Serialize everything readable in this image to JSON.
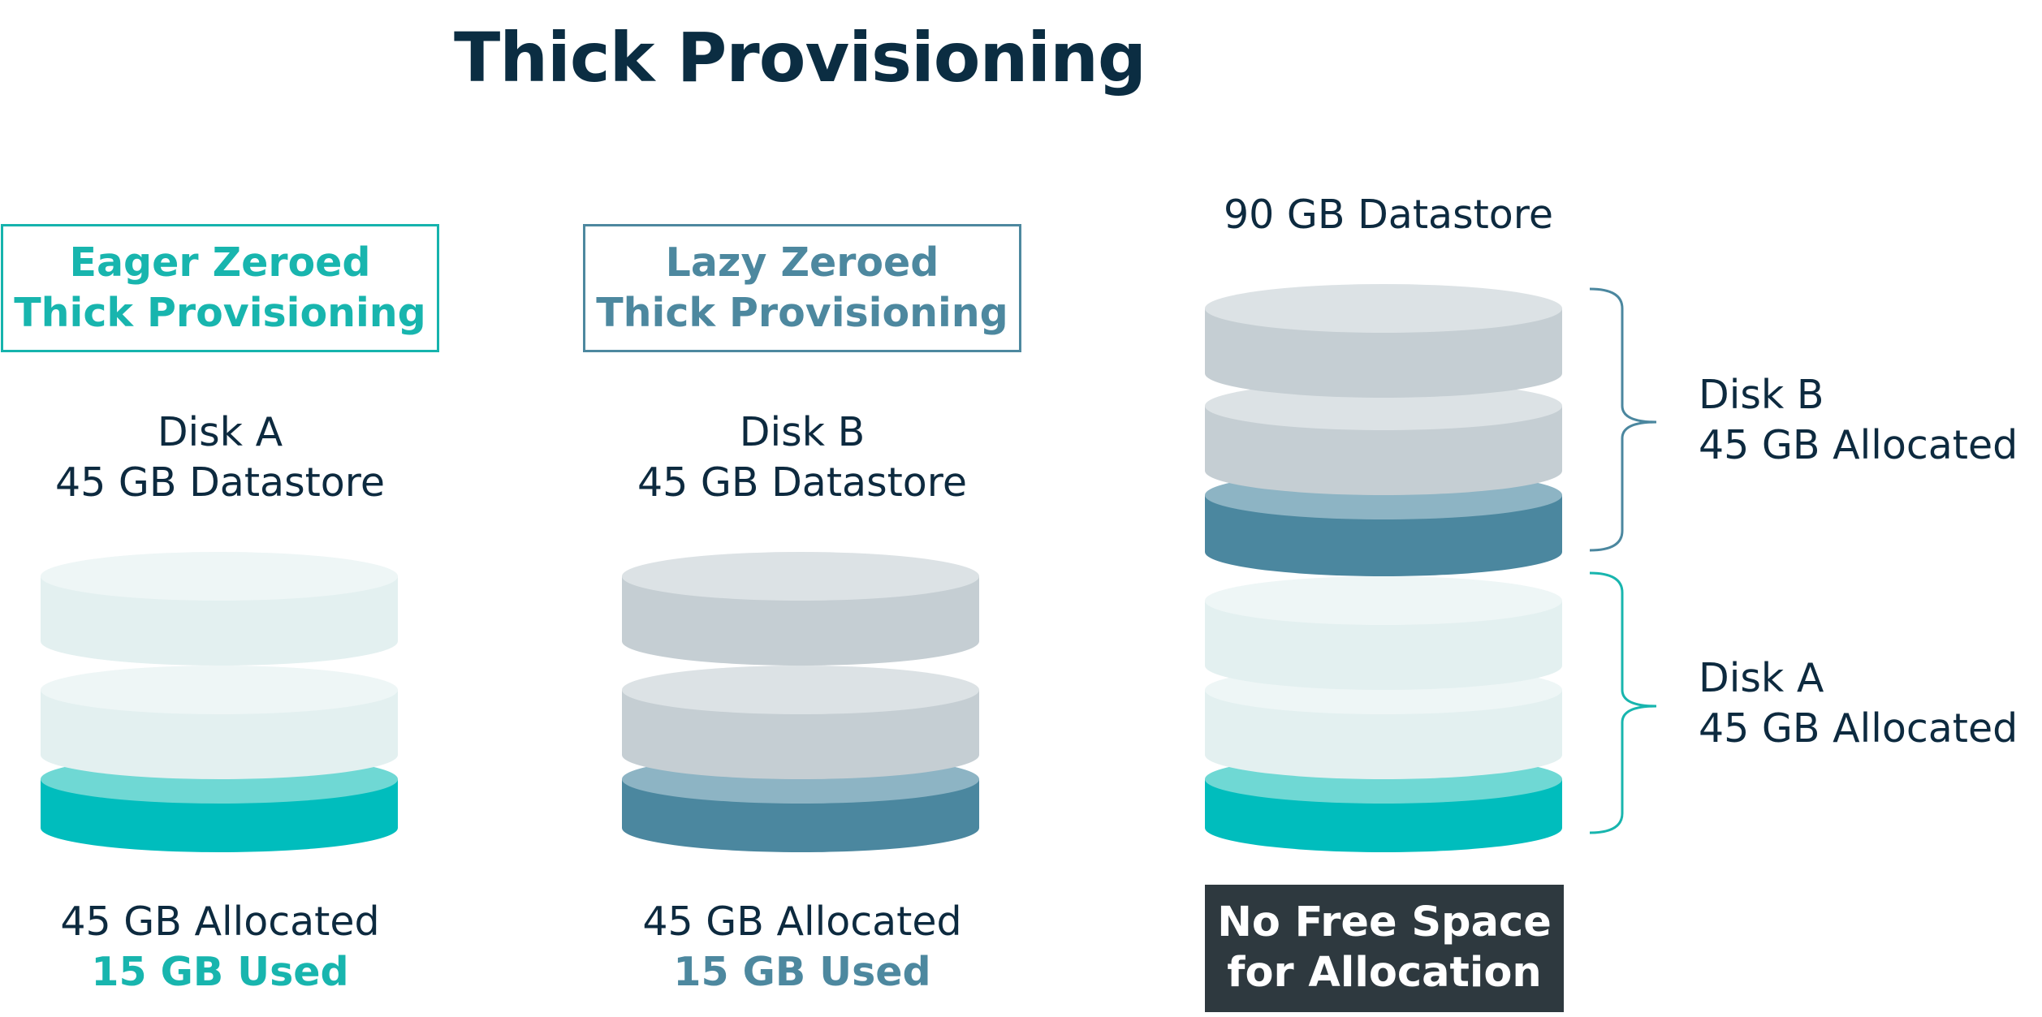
{
  "title": "Thick Provisioning",
  "modes": {
    "eager": {
      "line1": "Eager Zeroed",
      "line2": "Thick Provisioning",
      "color": "#18b5ae"
    },
    "lazy": {
      "line1": "Lazy Zeroed",
      "line2": "Thick Provisioning",
      "color": "#4d889f"
    }
  },
  "disks": {
    "a": {
      "name": "Disk A",
      "datastore": "45 GB Datastore",
      "allocated": "45 GB Allocated",
      "used": "15 GB Used"
    },
    "b": {
      "name": "Disk B",
      "datastore": "45 GB Datastore",
      "allocated": "45 GB Allocated",
      "used": "15 GB Used"
    }
  },
  "shared": {
    "datastore": "90 GB Datastore",
    "disk_b_name": "Disk B",
    "disk_b_allocated": "45 GB Allocated",
    "disk_a_name": "Disk A",
    "disk_a_allocated": "45 GB Allocated",
    "nofree_line1": "No Free Space",
    "nofree_line2": "for Allocation"
  },
  "colors": {
    "teal": "#00bdbd",
    "teal_light": "#6fd8d4",
    "teal_pale_top": "#eef6f6",
    "teal_pale_side": "#e3f0f0",
    "blue": "#4b879f",
    "blue_light": "#8db4c4",
    "grey_top": "#dce2e5",
    "grey_side": "#c5ced3",
    "dark_box": "#2e393f",
    "navy": "#0b2d42"
  }
}
